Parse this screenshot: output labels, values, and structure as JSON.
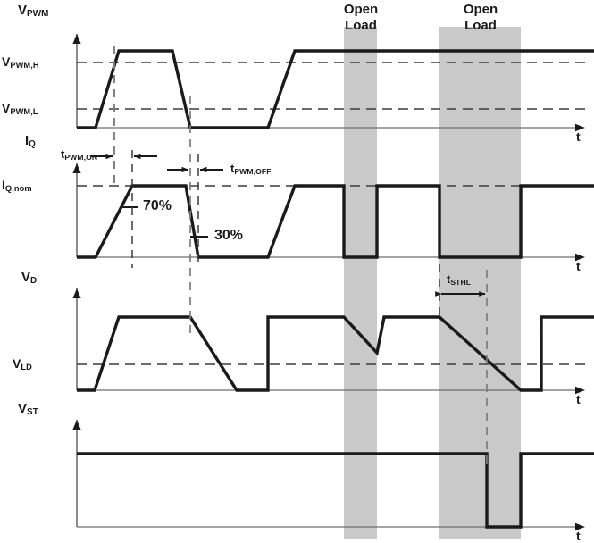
{
  "figure": {
    "type": "timing-diagram",
    "description": "PWM control timing diagram with open-load detection",
    "background": "#ffffff",
    "trace_color": "#1a1a1a",
    "axis_color": "#6e6e6e",
    "dashed_color": "#3c3c3c",
    "band_color": "#c9c9c9"
  },
  "annotations": {
    "open_load_1": "Open\nLoad",
    "open_load_2": "Open\nLoad",
    "open_load_line1": "Open",
    "open_load_line2": "Load",
    "t_pwm_on": "t",
    "t_pwm_on_sub": "PWM,ON",
    "t_pwm_off": "t",
    "t_pwm_off_sub": "PWM,OFF",
    "t_sthl": "t",
    "t_sthl_sub": "STHL",
    "pct_70": "70%",
    "pct_30": "30%"
  },
  "panels": [
    {
      "id": "vpwm",
      "axis_label": "V",
      "axis_label_sub": "PWM",
      "time_axis": "t",
      "levels": [
        {
          "name": "V",
          "sub": "PWM,H",
          "label": "V_PWM,H"
        },
        {
          "name": "V",
          "sub": "PWM,L",
          "label": "V_PWM,L"
        }
      ]
    },
    {
      "id": "iq",
      "axis_label": "I",
      "axis_label_sub": "Q",
      "time_axis": "t",
      "levels": [
        {
          "name": "I",
          "sub": "Q,nom",
          "label": "I_Q,nom"
        }
      ]
    },
    {
      "id": "vd",
      "axis_label": "V",
      "axis_label_sub": "D",
      "time_axis": "t",
      "levels": [
        {
          "name": "V",
          "sub": "LD",
          "label": "V_LD"
        }
      ]
    },
    {
      "id": "vst",
      "axis_label": "V",
      "axis_label_sub": "ST",
      "time_axis": "t",
      "levels": []
    }
  ],
  "chart_data": {
    "type": "line",
    "title": "PWM open-load timing diagram",
    "xlabel": "t",
    "bands": [
      {
        "label": "Open Load",
        "x_start": 385,
        "x_end": 422
      },
      {
        "label": "Open Load",
        "x_start": 492,
        "x_end": 583
      }
    ],
    "series": [
      {
        "name": "V_PWM",
        "ylabel": "V_PWM",
        "levels": {
          "low": 0,
          "v_pwm_l": 0.14,
          "v_pwm_h": 0.62,
          "high": 1
        }
      },
      {
        "name": "I_Q",
        "ylabel": "I_Q",
        "levels": {
          "low": 0,
          "nom": 1
        }
      },
      {
        "name": "V_D",
        "ylabel": "V_D",
        "levels": {
          "low": 0,
          "v_ld": 0.36,
          "high": 1
        }
      },
      {
        "name": "V_ST",
        "ylabel": "V_ST",
        "levels": {
          "low": 0,
          "high": 1
        }
      }
    ]
  }
}
